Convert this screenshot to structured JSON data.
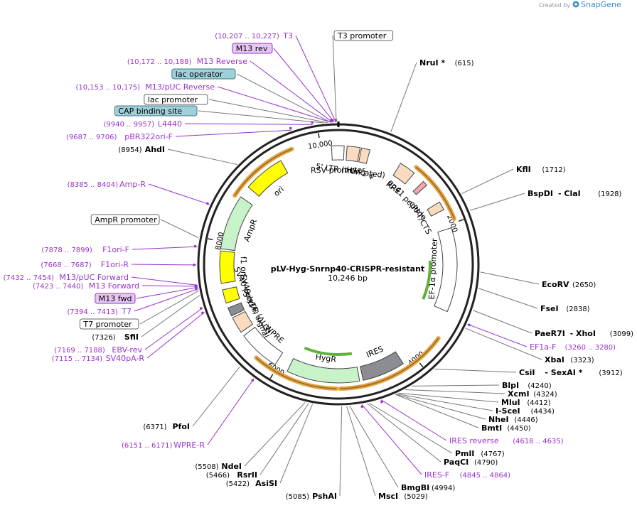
{
  "app": {
    "created_by": "Created by",
    "brand": "SnapGene"
  },
  "plasmid": {
    "name": "pLV-Hyg-Snrnp40-CRISPR-resistant",
    "length_label": "10,246 bp",
    "length": 10246
  },
  "ticks": [
    {
      "pos": 2000,
      "label": "2000"
    },
    {
      "pos": 4000,
      "label": "4000"
    },
    {
      "pos": 6000,
      "label": "6000"
    },
    {
      "pos": 8000,
      "label": "8000"
    },
    {
      "pos": 10000,
      "label": "10,000"
    }
  ],
  "top_labels": [
    {
      "kind": "primer",
      "range": "(10,207 .. 10,227)",
      "name": "T3",
      "pos": 10217
    },
    {
      "kind": "box",
      "name": "T3 promoter",
      "fill": "#ffffff",
      "border": "#666666",
      "pos": 10222
    },
    {
      "kind": "boxp",
      "name": "M13 rev",
      "fill": "#e4c8f2",
      "border": "#9933cc",
      "pos": 10200
    },
    {
      "kind": "primer",
      "range": "(10,172 .. 10,188)",
      "name": "M13 Reverse",
      "pos": 10180
    },
    {
      "kind": "box",
      "name": "lac operator",
      "fill": "#9fcfd9",
      "border": "#447788",
      "pos": 10160
    },
    {
      "kind": "primer",
      "range": "(10,153 .. 10,175)",
      "name": "M13/pUC Reverse",
      "pos": 10164
    },
    {
      "kind": "box",
      "name": "lac promoter",
      "fill": "#ffffff",
      "border": "#666666",
      "pos": 10120
    },
    {
      "kind": "box",
      "name": "CAP binding site",
      "fill": "#9fcfd9",
      "border": "#447788",
      "pos": 10080
    },
    {
      "kind": "primer",
      "range": "(9940 .. 9957)",
      "name": "L4440",
      "pos": 9948
    },
    {
      "kind": "primer",
      "range": "(9687 .. 9706)",
      "name": "pBR322ori-F",
      "pos": 9696
    }
  ],
  "left_labels": [
    {
      "kind": "site",
      "pos_label": "(8954)",
      "name": "AhdI",
      "pos": 8954
    },
    {
      "kind": "primer",
      "range": "(8385 .. 8404)",
      "name": "Amp-R",
      "pos": 8394
    },
    {
      "kind": "box",
      "name": "AmpR promoter",
      "fill": "#ffffff",
      "border": "#666666",
      "pos": 7990
    },
    {
      "kind": "primer",
      "range": "(7878 .. 7899)",
      "name": "F1ori-F",
      "pos": 7888
    },
    {
      "kind": "primer",
      "range": "(7668 .. 7687)",
      "name": "F1ori-R",
      "pos": 7677
    },
    {
      "kind": "primer",
      "range": "(7432 .. 7454)",
      "name": "M13/pUC Forward",
      "pos": 7443
    },
    {
      "kind": "primer",
      "range": "(7423 .. 7440)",
      "name": "M13 Forward",
      "pos": 7431
    },
    {
      "kind": "boxp",
      "name": "M13 fwd",
      "fill": "#e4c8f2",
      "border": "#9933cc",
      "pos": 7420
    },
    {
      "kind": "primer",
      "range": "(7394 .. 7413)",
      "name": "T7",
      "pos": 7403
    },
    {
      "kind": "box",
      "name": "T7 promoter",
      "fill": "#ffffff",
      "border": "#666666",
      "pos": 7380
    },
    {
      "kind": "site",
      "pos_label": "(7326)",
      "name": "SfiI",
      "pos": 7326
    },
    {
      "kind": "primer",
      "range": "(7169 .. 7188)",
      "name": "EBV-rev",
      "pos": 7178
    },
    {
      "kind": "primer",
      "range": "(7115 .. 7134)",
      "name": "SV40pA-R",
      "pos": 7124
    }
  ],
  "bottom_left_labels": [
    {
      "kind": "site",
      "pos_label": "(6371)",
      "name": "PfoI",
      "pos": 6371
    },
    {
      "kind": "primer",
      "range": "(6151 .. 6171)",
      "name": "WPRE-R",
      "pos": 6161
    },
    {
      "kind": "site",
      "pos_label": "(5508)",
      "name": "NdeI",
      "pos": 5508
    },
    {
      "kind": "site",
      "pos_label": "(5466)",
      "name": "RsrII",
      "pos": 5466
    },
    {
      "kind": "site",
      "pos_label": "(5422)",
      "name": "AsiSI",
      "pos": 5422
    },
    {
      "kind": "site",
      "pos_label": "(5085)",
      "name": "PshAI",
      "pos": 5085
    }
  ],
  "bottom_right_labels": [
    {
      "kind": "site",
      "name": "MscI",
      "pos_label": "(5029)",
      "pos": 5029
    },
    {
      "kind": "site",
      "name": "BmgBI",
      "pos_label": "(4994)",
      "pos": 4994
    },
    {
      "kind": "primer",
      "name": "IRES-F",
      "range": "(4845 .. 4864)",
      "pos": 4854
    },
    {
      "kind": "site",
      "name": "PaqCI",
      "pos_label": "(4790)",
      "pos": 4790
    },
    {
      "kind": "site",
      "name": "PmlI",
      "pos_label": "(4767)",
      "pos": 4767
    },
    {
      "kind": "primer",
      "name": "IRES reverse",
      "range": "(4618 .. 4635)",
      "pos": 4626
    },
    {
      "kind": "site",
      "name": "BmtI",
      "pos_label": "(4450)",
      "pos": 4450
    },
    {
      "kind": "site",
      "name": "NheI",
      "pos_label": "(4446)",
      "pos": 4446
    },
    {
      "kind": "site",
      "name": "I-SceI",
      "pos_label": "(4434)",
      "pos": 4434
    },
    {
      "kind": "site",
      "name": "MluI",
      "pos_label": "(4412)",
      "pos": 4412
    },
    {
      "kind": "site",
      "name": "XcmI",
      "pos_label": "(4324)",
      "pos": 4324
    },
    {
      "kind": "site",
      "name": "BlpI",
      "pos_label": "(4240)",
      "pos": 4240
    }
  ],
  "right_labels": [
    {
      "kind": "site",
      "name": "NruI *",
      "pos_label": "(615)",
      "pos": 615
    },
    {
      "kind": "site",
      "name": "KflI",
      "pos_label": "(1712)",
      "pos": 1712
    },
    {
      "kind": "site",
      "name": "BspDI",
      "extra": "-  ClaI",
      "pos_label": "(1928)",
      "pos": 1928
    },
    {
      "kind": "site",
      "name": "EcoRV",
      "pos_label": "(2650)",
      "pos": 2650
    },
    {
      "kind": "site",
      "name": "FseI",
      "pos_label": "(2838)",
      "pos": 2838
    },
    {
      "kind": "site",
      "name": "PaeR7I",
      "extra": "-  XhoI",
      "pos_label": "(3099)",
      "pos": 3099
    },
    {
      "kind": "primer",
      "name": "EF1a-F",
      "range": "(3260 .. 3280)",
      "pos": 3270
    },
    {
      "kind": "site",
      "name": "XbaI",
      "pos_label": "(3323)",
      "pos": 3323
    },
    {
      "kind": "site",
      "name": "CsiI",
      "extra": "-  SexAI *",
      "pos_label": "(3912)",
      "pos": 3912
    }
  ],
  "features": [
    {
      "name": "RSV promoter",
      "start": 10150,
      "end": 80,
      "fill": "#ffffff",
      "stroke": "#444"
    },
    {
      "name": "5' LTR (truncated)",
      "start": 120,
      "end": 300,
      "fill": "#f9dbc0",
      "stroke": "#444"
    },
    {
      "name": "HIV-1 ψ",
      "start": 320,
      "end": 440,
      "fill": "#f9dbc0",
      "stroke": "#444"
    },
    {
      "name": "RRE",
      "start": 900,
      "end": 1130,
      "fill": "#f9dbc0",
      "stroke": "#444"
    },
    {
      "name": "gp41 peptide",
      "start": 1300,
      "end": 1370,
      "fill": "#f4a6b0",
      "stroke": "#444"
    },
    {
      "name": "cPPT/CTS",
      "start": 1660,
      "end": 1780,
      "fill": "#f9dbc0",
      "stroke": "#444"
    },
    {
      "name": "EF-1α promoter",
      "start": 2050,
      "end": 3230,
      "fill": "#ffffff",
      "stroke": "#444"
    },
    {
      "name": "IRES",
      "start": 4180,
      "end": 4780,
      "fill": "#8a8d91",
      "stroke": "#444"
    },
    {
      "name": "HygR",
      "start": 4830,
      "end": 5850,
      "fill": "#c8f2c8",
      "stroke": "#444"
    },
    {
      "name": "WPRE",
      "start": 6040,
      "end": 6630,
      "fill": "#ffffff",
      "stroke": "#444"
    },
    {
      "name": "3' LTR (ΔU3)",
      "start": 6690,
      "end": 6920,
      "fill": "#f9dbc0",
      "stroke": "#444"
    },
    {
      "name": "SV40 poly(A) signal",
      "start": 6950,
      "end": 7070,
      "fill": "#8a8d91",
      "stroke": "#444"
    },
    {
      "name": "SV40 ori",
      "start": 7140,
      "end": 7330,
      "fill": "#ffff00",
      "stroke": "#444"
    },
    {
      "name": "f1 ori",
      "start": 7420,
      "end": 7870,
      "fill": "#ffff00",
      "stroke": "#444"
    },
    {
      "name": "AmpR",
      "start": 7900,
      "end": 8670,
      "fill": "#c8f2c8",
      "stroke": "#444"
    },
    {
      "name": "ori",
      "start": 8840,
      "end": 9420,
      "fill": "#ffff00",
      "stroke": "#444"
    }
  ],
  "colors": {
    "site_line": "#777777",
    "primer": "#9933cc",
    "orf_outline": "#e8a23c",
    "orf_inner": "#8b6b2f",
    "orf_green": "#5fb13a",
    "backbone": "#222222"
  }
}
